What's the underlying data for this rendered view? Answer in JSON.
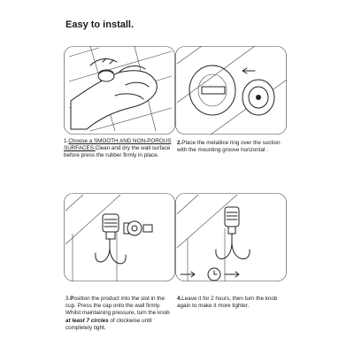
{
  "title": "Easy to install.",
  "steps": [
    {
      "num": "1.",
      "underlined": "Choose a SMOOTH AND NON-POROUS SURFACES.",
      "text": "Clean and dry the wall surface before press the rubber firmly in place."
    },
    {
      "num": "2.",
      "text": "Place the metallice ring over the suction with the mounting groove horizontal ."
    },
    {
      "num": "3.",
      "bold_start": "P",
      "text_a": "osition the product into the slot in the cup. Press the cap onto the wall firmly. Whilst maintaining pressure, turn the knob ",
      "emph": "at least 7 circles",
      "text_b": " of clockwise until completely tight."
    },
    {
      "num": "4.",
      "text": "Leave it for 2 hours, then turn the knob again to make it more tighter."
    }
  ]
}
